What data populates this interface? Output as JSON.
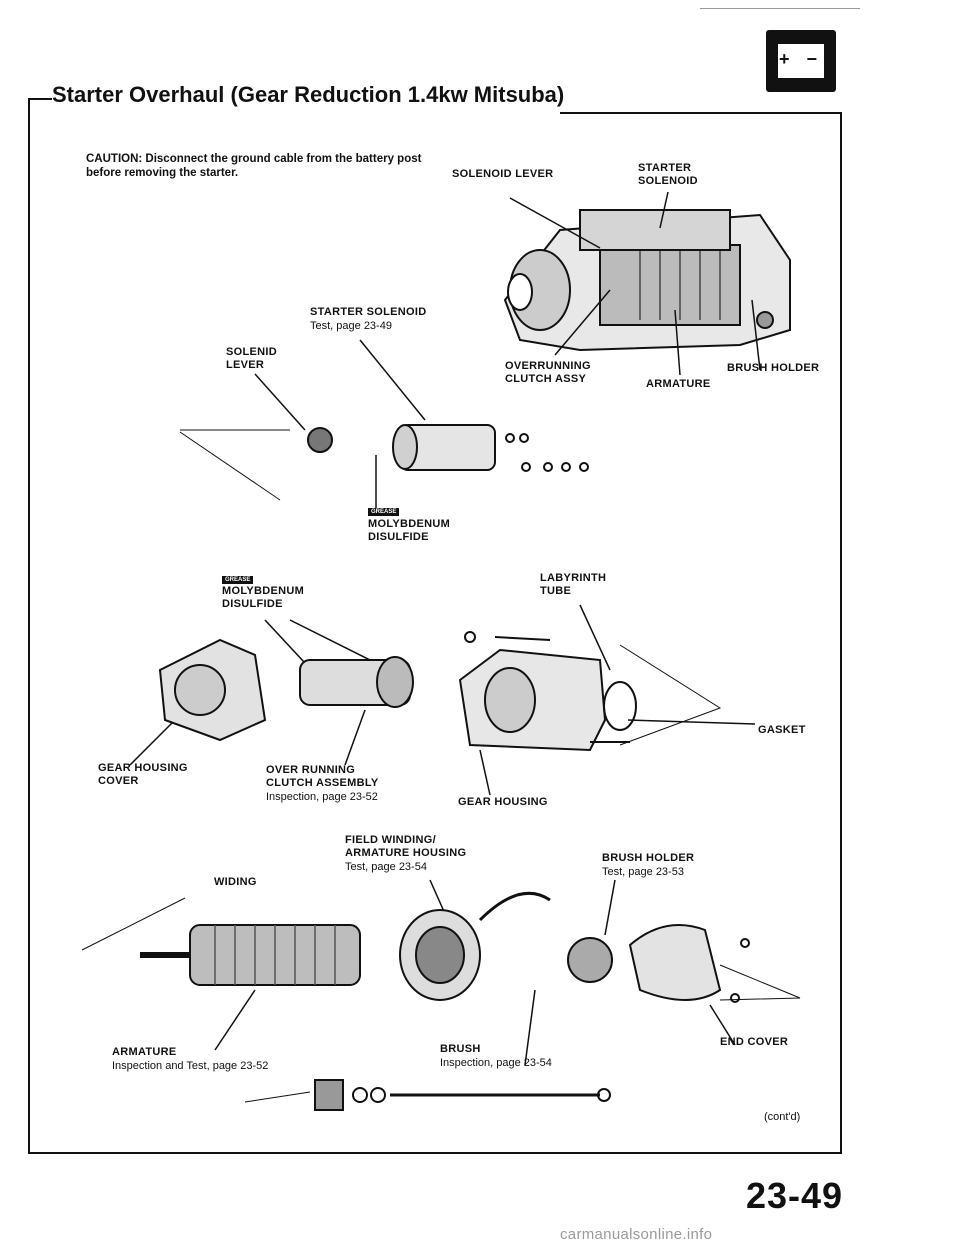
{
  "page": {
    "title": "Starter Overhaul (Gear Reduction 1.4kw Mitsuba)",
    "caution": "CAUTION: Disconnect the ground cable from the battery post before removing the starter.",
    "page_number": "23-49",
    "continued": "(cont'd)",
    "watermark": "carmanualsonline.info",
    "battery_icon_text": "+ −"
  },
  "labels": {
    "solenoid_lever_top": "SOLENOID LEVER",
    "starter_solenoid_top": "STARTER\nSOLENOID",
    "overrunning_clutch_assy": "OVERRUNNING\nCLUTCH ASSY",
    "armature_top": "ARMATURE",
    "brush_holder_top": "BRUSH HOLDER",
    "starter_solenoid_mid": "STARTER SOLENOID",
    "starter_solenoid_mid_ref": "Test, page 23-49",
    "solenid_lever": "SOLENID\nLEVER",
    "moly_1": "MOLYBDENUM\nDISULFIDE",
    "moly_2": "MOLYBDENUM\nDISULFIDE",
    "grease_tag": "GREASE",
    "labyrinth_tube": "LABYRINTH\nTUBE",
    "gasket": "GASKET",
    "gear_housing_cover": "GEAR HOUSING\nCOVER",
    "over_running_clutch": "OVER RUNNING\nCLUTCH ASSEMBLY",
    "over_running_clutch_ref": "Inspection, page 23-52",
    "gear_housing": "GEAR HOUSING",
    "field_winding": "FIELD WINDING/\nARMATURE HOUSING",
    "field_winding_ref": "Test, page 23-54",
    "brush_holder": "BRUSH HOLDER",
    "brush_holder_ref": "Test, page 23-53",
    "widing": "WIDING",
    "armature": "ARMATURE",
    "armature_ref": "Inspection and Test,\npage 23-52",
    "brush": "BRUSH",
    "brush_ref": "Inspection, page 23-54",
    "end_cover": "END COVER"
  }
}
